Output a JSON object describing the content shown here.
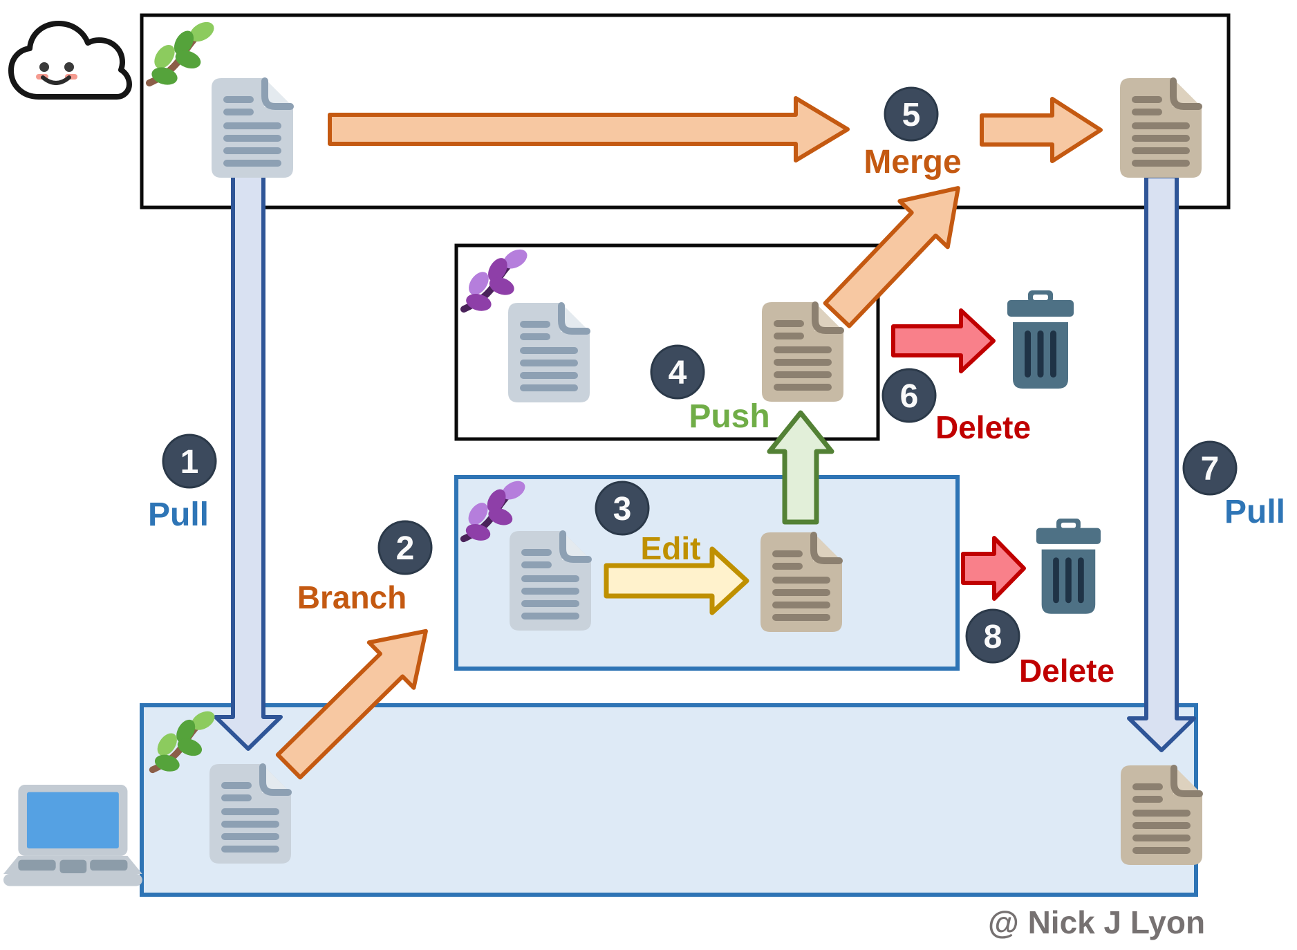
{
  "credit": "@ Nick J Lyon",
  "steps": [
    {
      "number": "1",
      "label": "Pull",
      "color": "#2E75B6"
    },
    {
      "number": "2",
      "label": "Branch",
      "color": "#C45911"
    },
    {
      "number": "3",
      "label": "Edit",
      "color": "#BF9000"
    },
    {
      "number": "4",
      "label": "Push",
      "color": "#70AD47"
    },
    {
      "number": "5",
      "label": "Merge",
      "color": "#C45911"
    },
    {
      "number": "6",
      "label": "Delete",
      "color": "#C00000"
    },
    {
      "number": "7",
      "label": "Pull",
      "color": "#2E75B6"
    },
    {
      "number": "8",
      "label": "Delete",
      "color": "#C00000"
    }
  ],
  "icons": [
    "cloud-icon",
    "laptop-icon",
    "green-branch-icon",
    "purple-branch-icon",
    "gray-document-icon",
    "tan-document-icon",
    "trash-icon"
  ],
  "palette": {
    "orange_arrow_fill": "#F7C8A2",
    "orange_arrow_stroke": "#C45911",
    "pull_arrow_fill": "#D9E1F2",
    "pull_arrow_stroke": "#2F5597",
    "red_arrow_fill": "#F9808A",
    "red_arrow_stroke": "#C00000",
    "yellow_arrow_fill": "#FFF2CC",
    "yellow_arrow_stroke": "#BF9000",
    "green_arrow_fill": "#E2EFD9",
    "green_arrow_stroke": "#538135",
    "blue_box_fill": "#DEEAF6",
    "blue_box_stroke": "#2E74B5",
    "black_box_stroke": "#0A0A0A",
    "number_badge_fill": "#3C4A5D",
    "gray_document": "#C9D2DB",
    "tan_document": "#C7BAA5",
    "trash": "#4E7185"
  }
}
